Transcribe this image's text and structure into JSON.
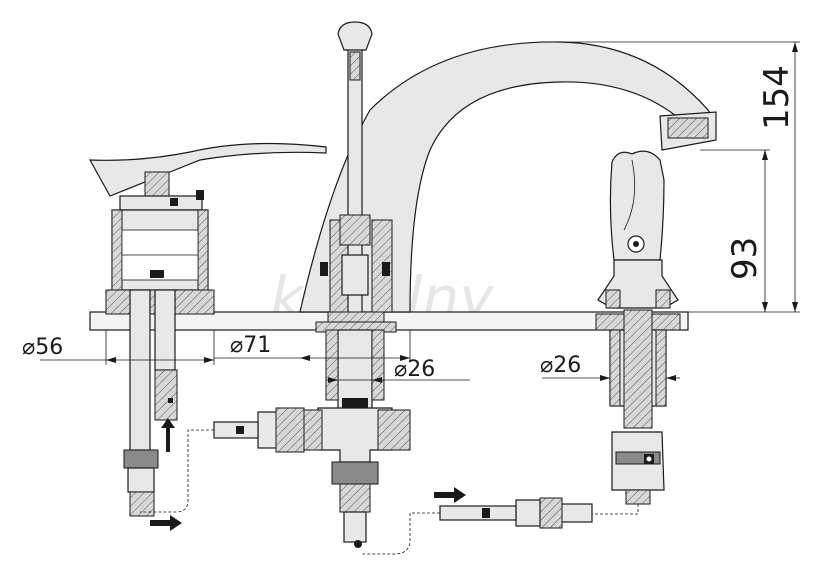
{
  "labels": {
    "dia_56": "⌀56",
    "dia_71": "⌀71",
    "dia_26_center": "⌀26",
    "dia_26_right": "⌀26",
    "height_154": "154",
    "height_93": "93"
  },
  "watermark": "kuselny",
  "colors": {
    "line": "#1a1a1a",
    "fill": "#e8e8e8",
    "accent": "#8a8a8a"
  }
}
